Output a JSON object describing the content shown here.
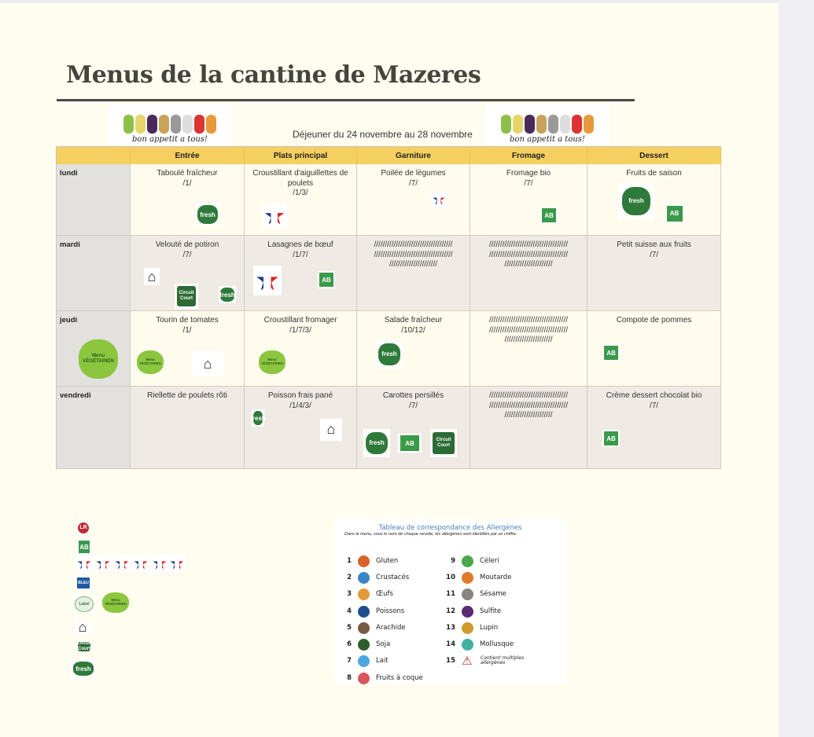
{
  "title": "Menus de la cantine de Mazeres",
  "banner_text": "bon appetit a tous!",
  "period": "Déjeuner du 24 novembre au 28 novembre",
  "columns": [
    "",
    "Entrée",
    "Plats principal",
    "Garniture",
    "Fromage",
    "Dessert"
  ],
  "days": [
    {
      "day": "lundi",
      "cells": [
        {
          "name": "Taboulé fraîcheur",
          "allergens": "/1/"
        },
        {
          "name": "Croustillant d'aiguillettes de poulets",
          "allergens": "/1/3/"
        },
        {
          "name": "Poilée de légumes",
          "allergens": "/7/"
        },
        {
          "name": "Fromage bio",
          "allergens": "/7/"
        },
        {
          "name": "Fruits de saison",
          "allergens": ""
        }
      ]
    },
    {
      "day": "mardi",
      "cells": [
        {
          "name": "Velouté de potiron",
          "allergens": "/7/"
        },
        {
          "name": "Lasagnes de bœuf",
          "allergens": "/1/7/"
        },
        {
          "name": "//////////////////////////////////// //////////////////////////////////// //////////////////////",
          "allergens": ""
        },
        {
          "name": "//////////////////////////////////// //////////////////////////////////// //////////////////////",
          "allergens": ""
        },
        {
          "name": "Petit suisse aux fruits",
          "allergens": "/7/"
        }
      ]
    },
    {
      "day": "jeudi",
      "cells": [
        {
          "name": "Tourin de tomates",
          "allergens": "/1/"
        },
        {
          "name": "Croustillant fromager",
          "allergens": "/1/7/3/"
        },
        {
          "name": "Salade fraîcheur",
          "allergens": "/10/12/"
        },
        {
          "name": "//////////////////////////////////// //////////////////////////////////// //////////////////////",
          "allergens": ""
        },
        {
          "name": "Compote de pommes",
          "allergens": ""
        }
      ]
    },
    {
      "day": "vendredi",
      "cells": [
        {
          "name": "Riellette de poulets rôti",
          "allergens": ""
        },
        {
          "name": "Poisson frais pané",
          "allergens": "/1/4/3/"
        },
        {
          "name": "Carottes persillés",
          "allergens": "/7/"
        },
        {
          "name": "//////////////////////////////////// //////////////////////////////////// //////////////////////",
          "allergens": ""
        },
        {
          "name": "Crème dessert chocolat bio",
          "allergens": "/7/"
        }
      ]
    }
  ],
  "logo_text": {
    "fresh": "fresh",
    "ab": "AB",
    "cc": "Circuit Court",
    "vege": "Menu VÉGÉTARIEN",
    "lr": "LR",
    "blue": "BLEU",
    "greencirc": "Label",
    "house": "⌂",
    "star": ""
  },
  "allergens": {
    "title": "Tableau de correspondance des Allergènes",
    "subtitle": "Dans le menu, sous le nom de chaque recette, les allergènes sont identifiés par un chiffre.",
    "items": [
      {
        "n": "1",
        "label": "Gluten",
        "color": "#d9622b"
      },
      {
        "n": "2",
        "label": "Crustacés",
        "color": "#3a86c8"
      },
      {
        "n": "3",
        "label": "Œufs",
        "color": "#e39a3b"
      },
      {
        "n": "4",
        "label": "Poissons",
        "color": "#1f4e8c"
      },
      {
        "n": "5",
        "label": "Arachide",
        "color": "#7a5a45"
      },
      {
        "n": "6",
        "label": "Soja",
        "color": "#2e5e2e"
      },
      {
        "n": "7",
        "label": "Lait",
        "color": "#4aa8e0"
      },
      {
        "n": "8",
        "label": "Fruits à coque",
        "color": "#d9565e"
      },
      {
        "n": "9",
        "label": "Céleri",
        "color": "#4aa84a"
      },
      {
        "n": "10",
        "label": "Moutarde",
        "color": "#e07a2b"
      },
      {
        "n": "11",
        "label": "Sésame",
        "color": "#8a8580"
      },
      {
        "n": "12",
        "label": "Sulfite",
        "color": "#5a2a72"
      },
      {
        "n": "13",
        "label": "Lupin",
        "color": "#d19a2e"
      },
      {
        "n": "14",
        "label": "Mollusque",
        "color": "#3fb3a0"
      },
      {
        "n": "15",
        "label": "Contient multiples allergènes",
        "color": "#b22"
      }
    ]
  }
}
